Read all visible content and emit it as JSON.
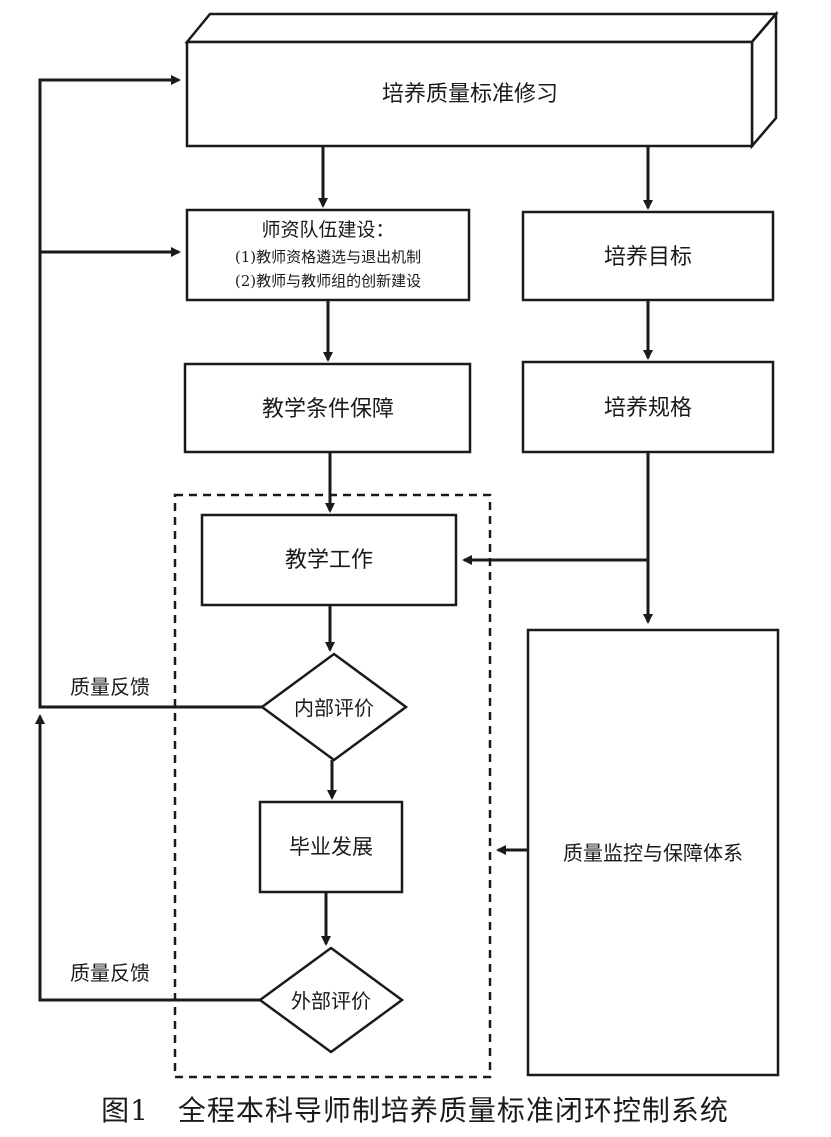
{
  "nodes": {
    "top": "培养质量标准修习",
    "teacher": {
      "title": "师资队伍建设：",
      "line1": "(1)教师资格遴选与退出机制",
      "line2": "(2)教师与教师组的创新建设"
    },
    "goal": "培养目标",
    "conditions": "教学条件保障",
    "spec": "培养规格",
    "work": "教学工作",
    "internal": "内部评价",
    "graduate": "毕业发展",
    "external": "外部评价",
    "qa": "质量监控与保障体系"
  },
  "feedback": {
    "internal_label": "质量反馈",
    "external_label": "质量反馈"
  },
  "caption": "图1　全程本科导师制培养质量标准闭环控制系统"
}
